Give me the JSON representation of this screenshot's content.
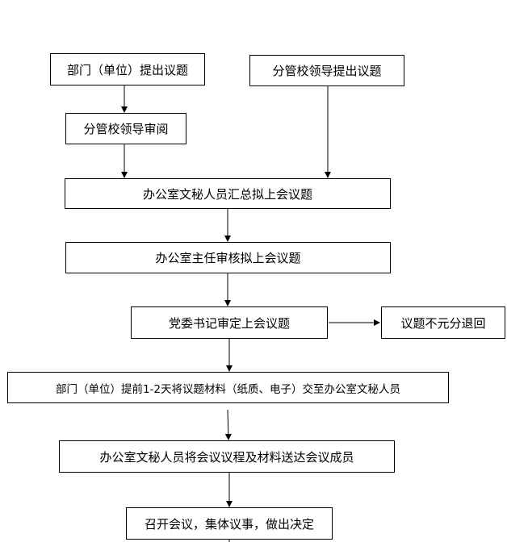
{
  "nodes": {
    "dept_propose": "部门（单位）提出议题",
    "leader_propose": "分管校领导提出议题",
    "leader_review": "分管校领导审阅",
    "secretary_summarize": "办公室文秘人员汇总拟上会议题",
    "office_director_review": "办公室主任审核拟上会议题",
    "party_secretary_review": "党委书记审定上会议题",
    "return_topic": "议题不元分退回",
    "submit_materials": "部门（单位）提前1-2天将议题材料（纸质、电子）交至办公室文秘人员",
    "send_to_members": "办公室文秘人员将会议议程及材料送达会议成员",
    "hold_meeting": "召开会议，集体议事，做出决定"
  }
}
